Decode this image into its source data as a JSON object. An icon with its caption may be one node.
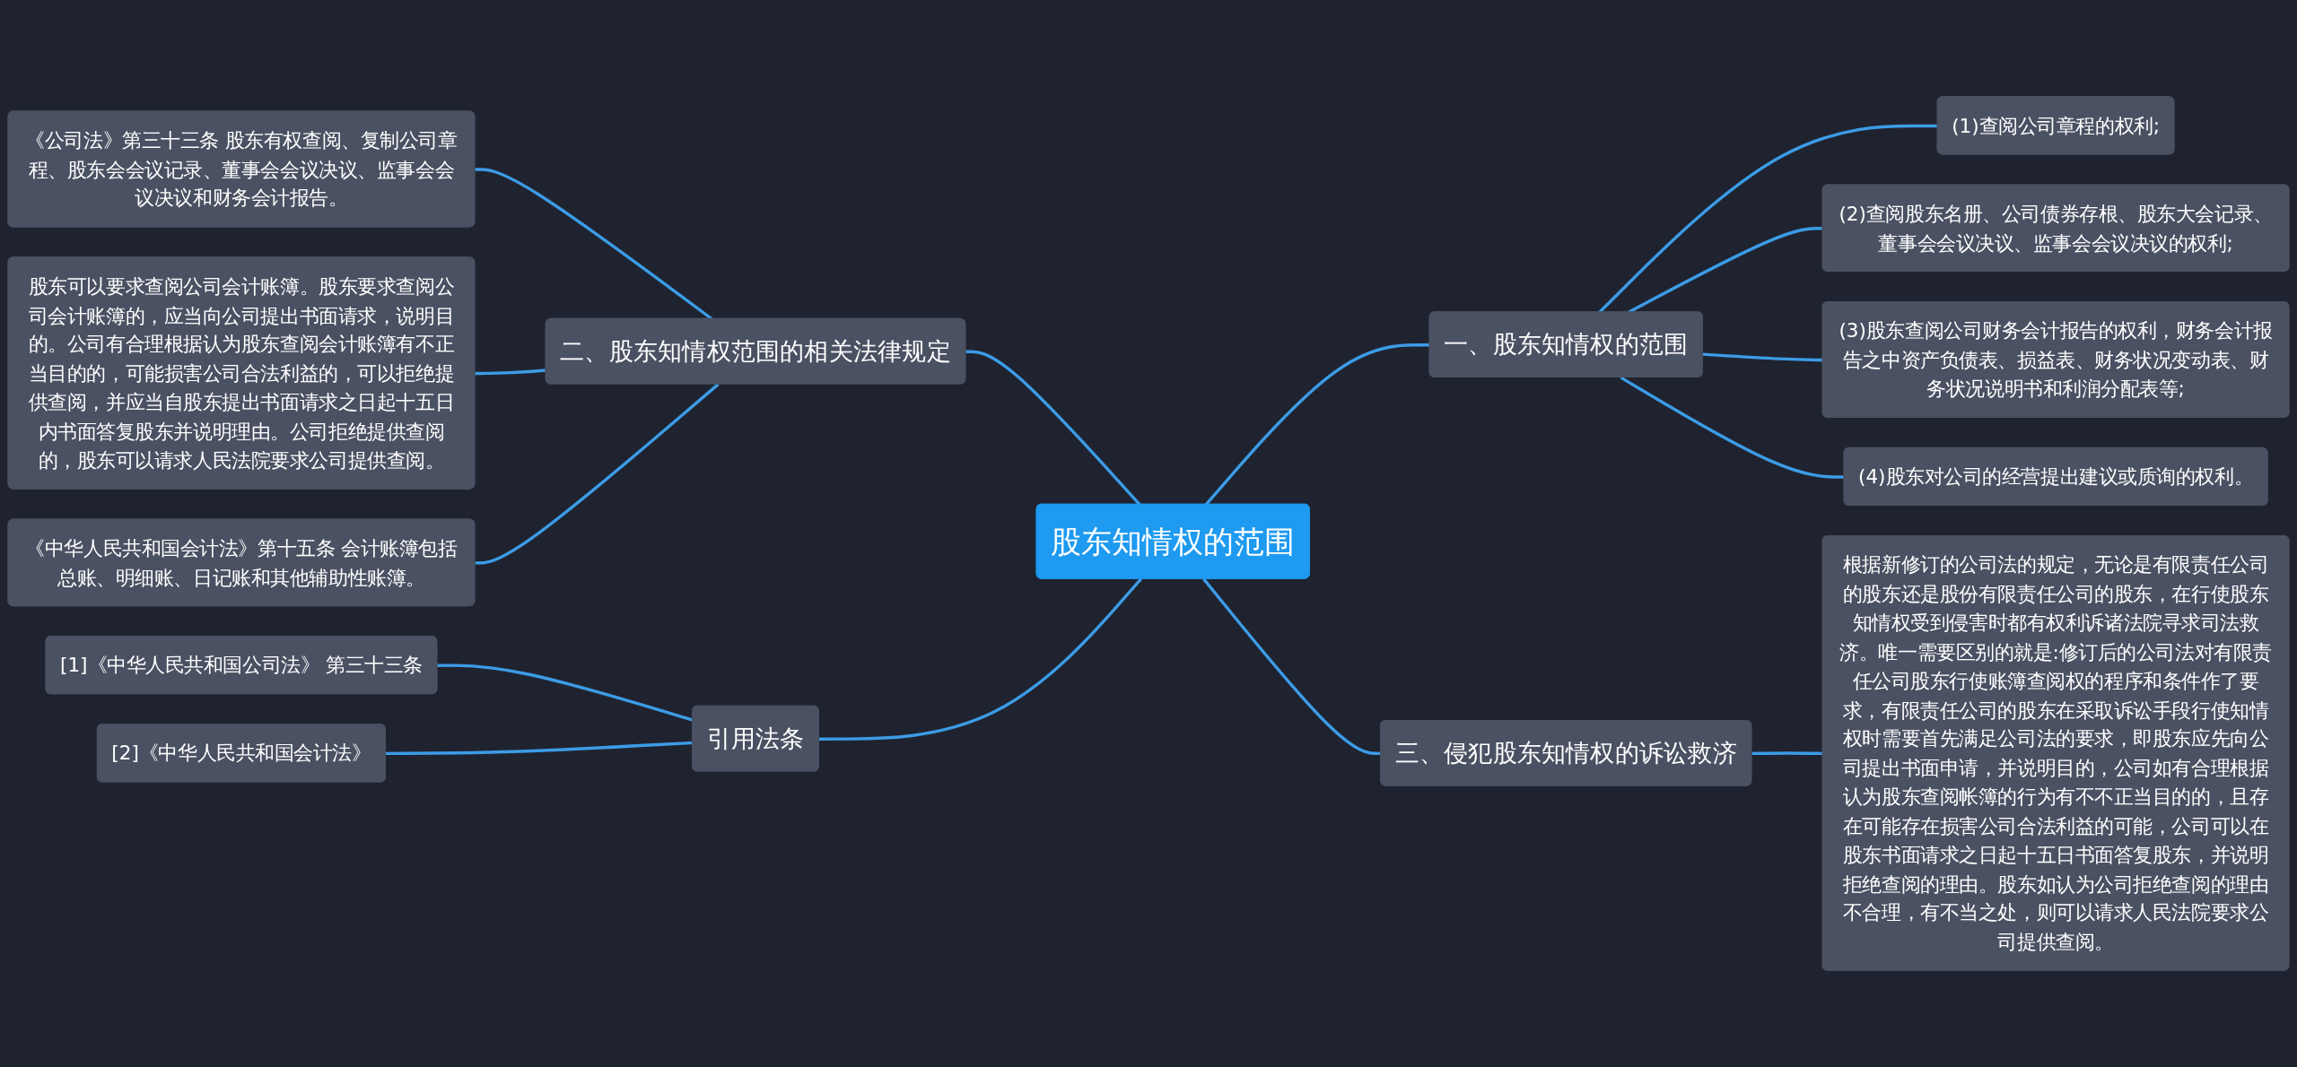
{
  "diagram": {
    "nodes": [
      {
        "text": [
          "股东知情权的范围"
        ]
      },
      {
        "text": [
          "一、股东知情权的范围"
        ]
      },
      {
        "text": [
          "(1)查阅公司章程的权利;"
        ]
      },
      {
        "text": [
          "(2)查阅股东名册、公司债券存根、股东大会记录、董事会会议决议、监事会会议决议的权利;"
        ]
      },
      {
        "text": [
          "(3)股东查阅公司财务会计报告的权利，财务会计报告之中资产负债表、损益表、财务状况变动表、财务状况说明书和利润分配表等;"
        ]
      },
      {
        "text": [
          "(4)股东对公司的经营提出建议或质询的权利。"
        ]
      },
      {
        "text": [
          "三、侵犯股东知情权的诉讼救济"
        ]
      },
      {
        "text": [
          "根据新修订的公司法的规定，无论是有限责任公司的股东还是股份有限责任公司的股东，在行使股东知情权受到侵害时都有权利诉诸法院寻求司法救济。唯一需要区别的就是:修订后的公司法对有限责任公司股东行使账簿查阅权的程序和条件作了要求，有限责任公司的股东在采取诉讼手段行使知情权时需要首先满足公司法的要求，即股东应先向公司提出书面申请，并说明目的，公司如有合理根据认为股东查阅帐簿的行为有不不正当目的的，且存在可能存在损害公司合法利益的可能，公司可以在股东书面请求之日起十五日书面答复股东，并说明拒绝查阅的理由。股东如认为公司拒绝查阅的理由不合理，有不当之处，则可以请求人民法院要求公司提供查阅。"
        ]
      },
      {
        "text": [
          "二、股东知情权范围的相关法律规定"
        ]
      },
      {
        "text": [
          "《公司法》第三十三条 股东有权查阅、复制公司章程、股东会会议记录、董事会会议决议、监事会会议决议和财务会计报告。"
        ]
      },
      {
        "text": [
          "股东可以要求查阅公司会计账簿。股东要求查阅公司会计账簿的，应当向公司提出书面请求，说明目的。公司有合理根据认为股东查阅会计账簿有不正当目的的，可能损害公司合法利益的，可以拒绝提供查阅，并应当自股东提出书面请求之日起十五日内书面答复股东并说明理由。公司拒绝提供查阅的，股东可以请求人民法院要求公司提供查阅。"
        ]
      },
      {
        "text": [
          "《中华人民共和国会计法》第十五条 会计账簿包括总账、明细账、日记账和其他辅助性账簿。"
        ]
      },
      {
        "text": [
          "引用法条"
        ]
      },
      {
        "text": [
          "[1]《中华人民共和国公司法》 第三十三条"
        ]
      },
      {
        "text": [
          "[2]《中华人民共和国会计法》"
        ]
      }
    ],
    "edges": [
      {
        "from": 9,
        "to": 8,
        "arrow": "none"
      },
      {
        "from": 10,
        "to": 8,
        "arrow": "none"
      },
      {
        "from": 11,
        "to": 8,
        "arrow": "none"
      },
      {
        "from": 8,
        "to": 0,
        "arrow": "none"
      },
      {
        "from": 13,
        "to": 12,
        "arrow": "none"
      },
      {
        "from": 14,
        "to": 12,
        "arrow": "none"
      },
      {
        "from": 12,
        "to": 0,
        "arrow": "none"
      },
      {
        "from": 0,
        "to": 1,
        "arrow": "none"
      },
      {
        "from": 1,
        "to": 2,
        "arrow": "none"
      },
      {
        "from": 1,
        "to": 3,
        "arrow": "none"
      },
      {
        "from": 1,
        "to": 4,
        "arrow": "none"
      },
      {
        "from": 1,
        "to": 5,
        "arrow": "none"
      },
      {
        "from": 0,
        "to": 6,
        "arrow": "none"
      },
      {
        "from": 6,
        "to": 7,
        "arrow": "none"
      }
    ]
  }
}
